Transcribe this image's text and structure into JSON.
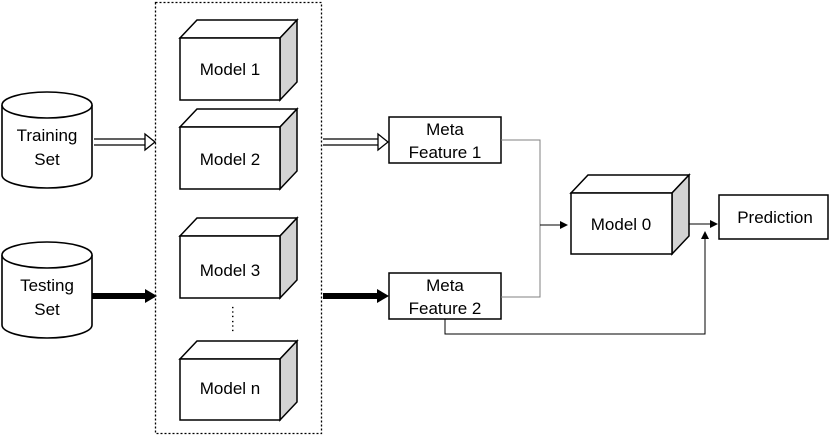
{
  "datasets": {
    "training": [
      "Training",
      "Set"
    ],
    "testing": [
      "Testing",
      "Set"
    ]
  },
  "base_models": {
    "model1": "Model 1",
    "model2": "Model 2",
    "model3": "Model 3",
    "modeln": "Model n",
    "ellipsis": "……"
  },
  "meta_features": {
    "feature1": [
      "Meta",
      "Feature 1"
    ],
    "feature2": [
      "Meta",
      "Feature 2"
    ]
  },
  "meta_model": "Model 0",
  "output": "Prediction",
  "colors": {
    "stroke": "#000000",
    "cube_side": "#d3d3d3",
    "connector": "#808080"
  }
}
